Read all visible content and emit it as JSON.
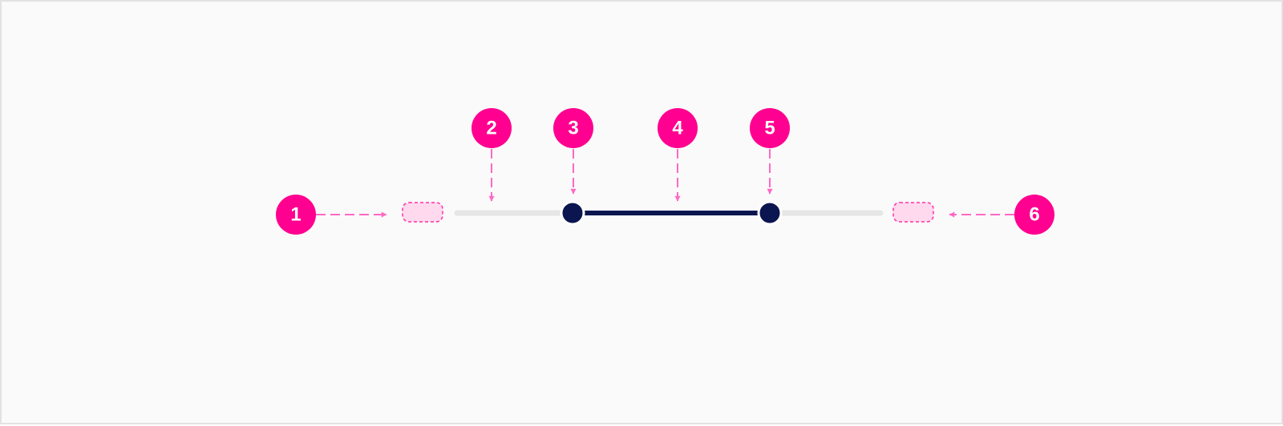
{
  "diagram": {
    "callouts": [
      {
        "number": "1"
      },
      {
        "number": "2"
      },
      {
        "number": "3"
      },
      {
        "number": "4"
      },
      {
        "number": "5"
      },
      {
        "number": "6"
      }
    ]
  },
  "colors": {
    "callout": "#ff0090",
    "connector": "#ff69c4",
    "track_inactive": "#e6e6e6",
    "track_active": "#0b154f",
    "label_fill": "#ffd9ee",
    "label_border": "#ff2fa3",
    "background": "#fafafa"
  }
}
